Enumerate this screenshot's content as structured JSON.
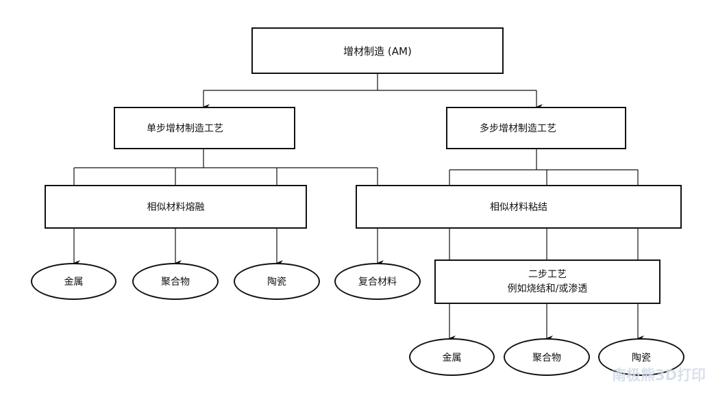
{
  "diagram": {
    "root": "增材制造 (AM)",
    "single_step": "单步增材制造工艺",
    "multi_step": "多步增材制造工艺",
    "fusion": "相似材料熔融",
    "bonding": "相似材料粘结",
    "two_step": {
      "line1": "二步工艺",
      "line2": "例如烧结和/或渗透"
    },
    "fusion_materials": [
      "金属",
      "聚合物",
      "陶瓷"
    ],
    "composite": "复合材料",
    "two_step_materials": [
      "金属",
      "聚合物",
      "陶瓷"
    ]
  },
  "watermark": "南极熊3D打印",
  "colors": {
    "line": "#111111",
    "watermark": "#d2dbe8"
  }
}
